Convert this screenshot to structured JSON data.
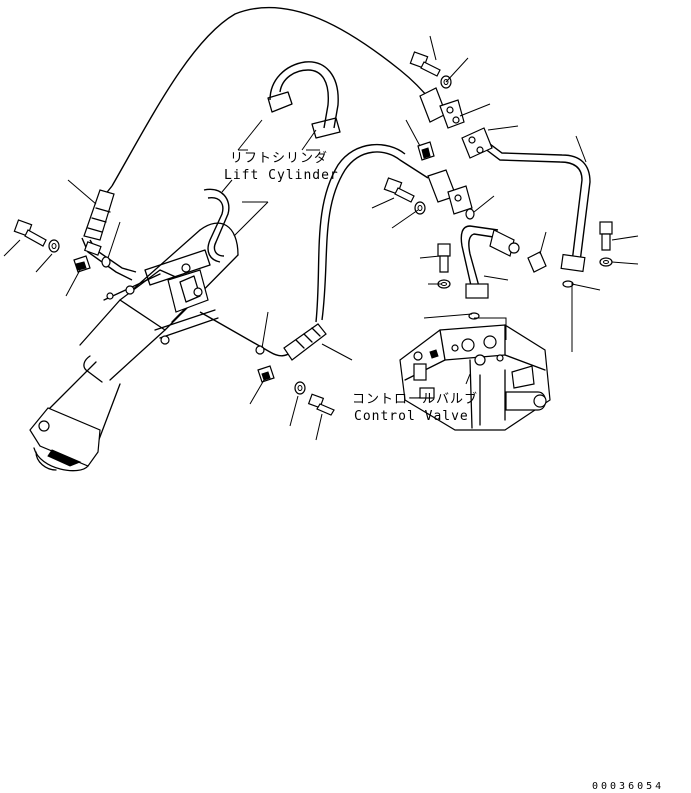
{
  "labels": {
    "lift_cylinder_jp": "リフトシリンダ",
    "lift_cylinder_en": "Lift Cylinder",
    "control_valve_jp": "コントロールバルブ",
    "control_valve_en": "Control Valve"
  },
  "drawing_code": "00036054"
}
